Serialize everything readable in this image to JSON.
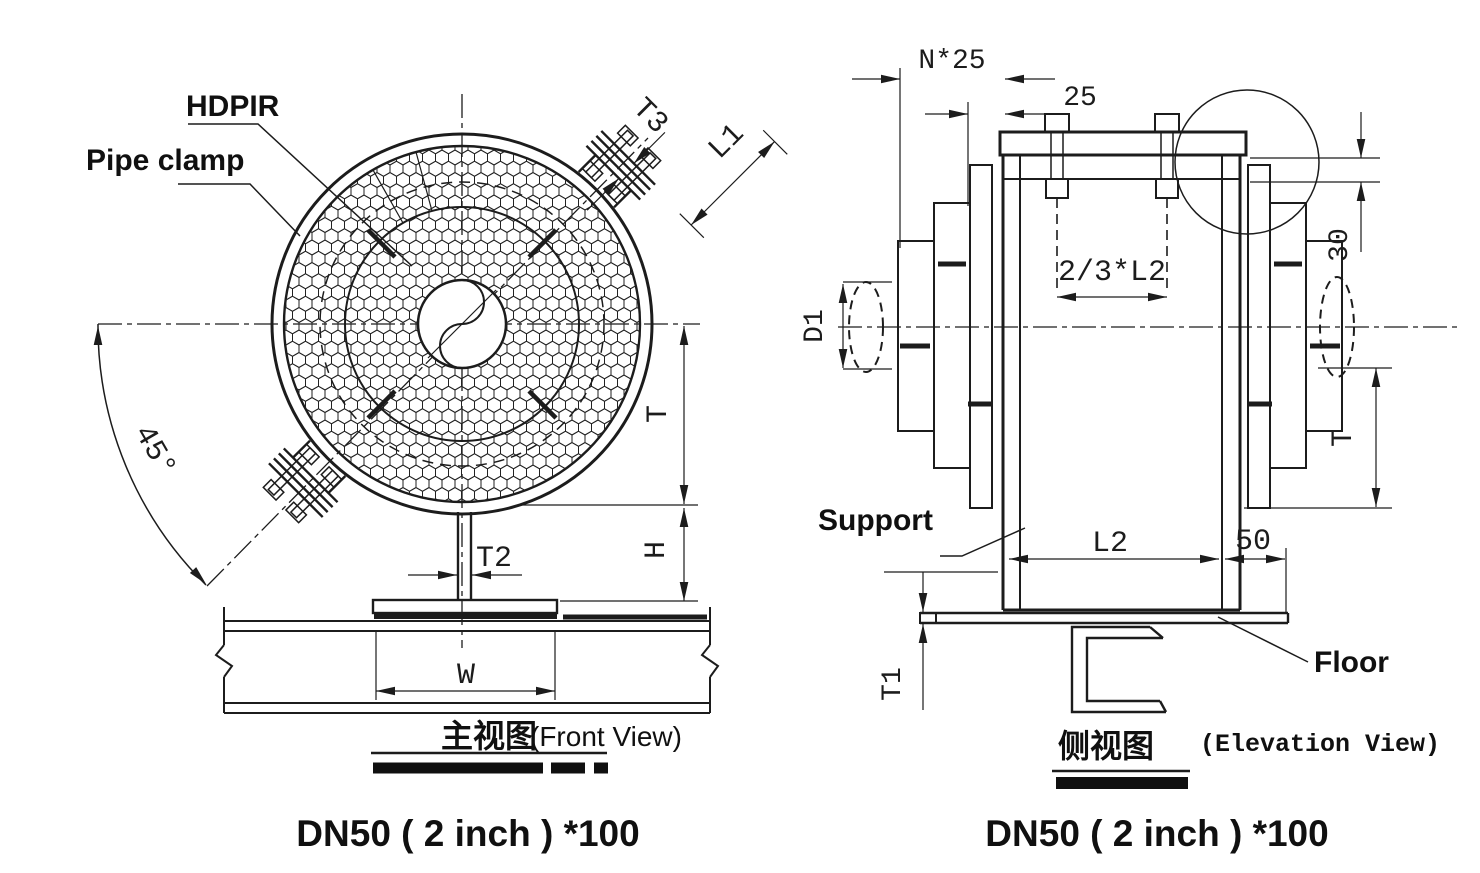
{
  "page": {
    "background": "#ffffff",
    "line_color": "#1c1c1c"
  },
  "front_view": {
    "label_hdpir": "HDPIR",
    "label_pipe_clamp": "Pipe clamp",
    "dim_t3": "T3",
    "dim_l1": "L1",
    "dim_angle": "45°",
    "dim_t": "T",
    "dim_h": "H",
    "dim_t2": "T2",
    "dim_w": "W",
    "caption_cn": "主视图",
    "caption_en": "(Front View)",
    "size_label": "DN50 ( 2 inch ) *100"
  },
  "elevation_view": {
    "dim_n25": "N*25",
    "dim_25": "25",
    "dim_30": "30",
    "dim_frac_l2": "2/3*L2",
    "dim_d1": "D1",
    "dim_t": "T",
    "dim_l2": "L2",
    "dim_50": "50",
    "dim_t1": "T1",
    "label_support": "Support",
    "label_floor": "Floor",
    "caption_cn": "侧视图",
    "caption_en": "(Elevation View)",
    "size_label": "DN50 ( 2 inch ) *100"
  }
}
